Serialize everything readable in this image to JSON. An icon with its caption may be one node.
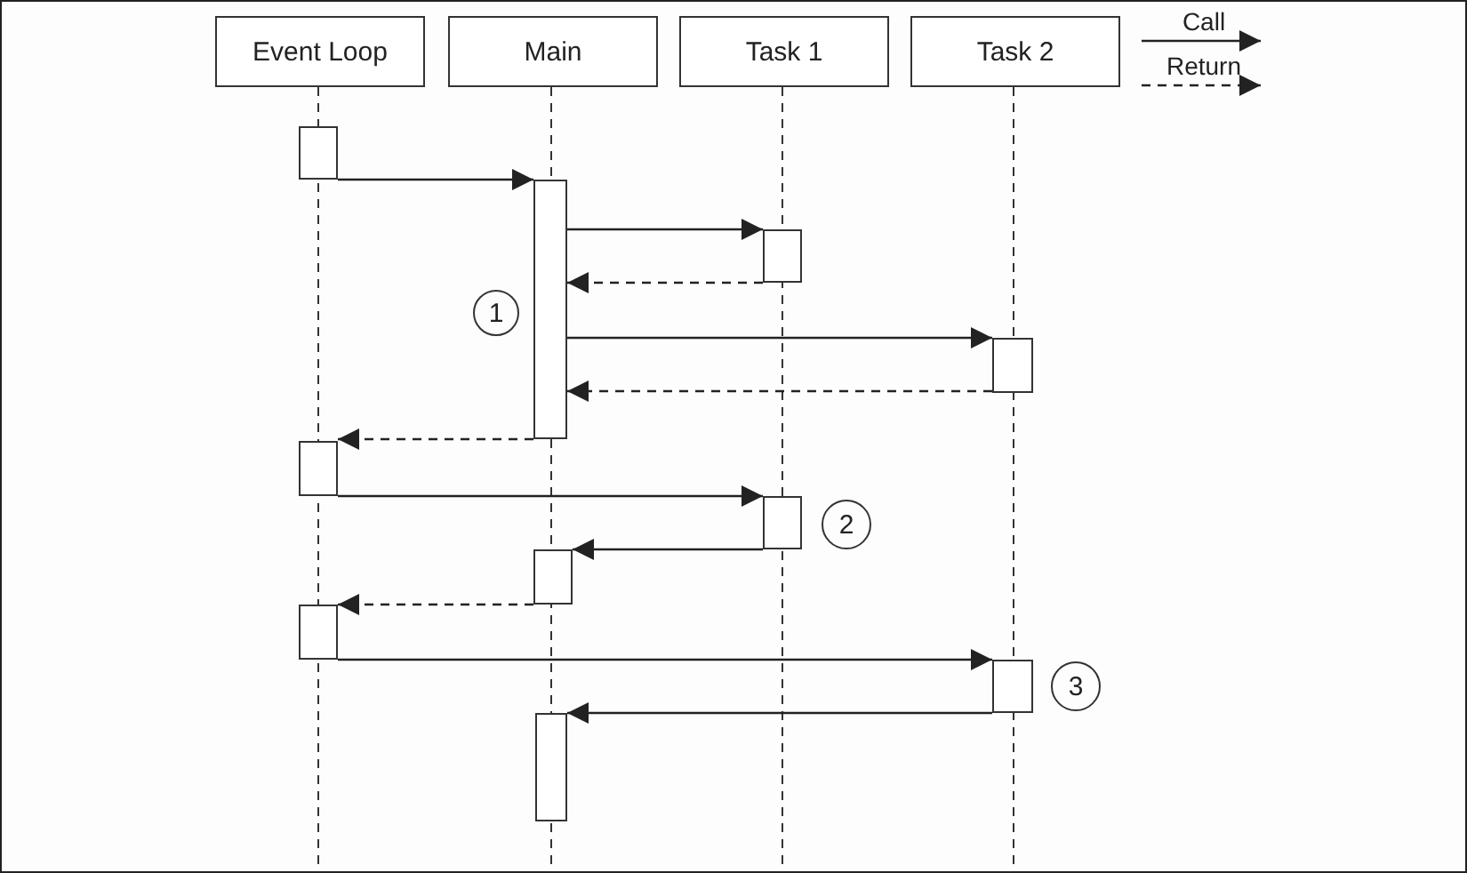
{
  "diagram": {
    "nodes": [
      {
        "text": [
          "Event Loop"
        ]
      },
      {
        "text": [
          "Main"
        ]
      },
      {
        "text": [
          "Task 1"
        ]
      },
      {
        "text": [
          "Task 2"
        ]
      },
      {
        "text": [],
        "shape": "bar"
      },
      {
        "text": [],
        "shape": "bar"
      },
      {
        "text": [],
        "shape": "bar"
      },
      {
        "text": [],
        "shape": "bar"
      },
      {
        "text": [],
        "shape": "bar"
      },
      {
        "text": [],
        "shape": "bar"
      },
      {
        "text": [],
        "shape": "bar"
      },
      {
        "text": [],
        "shape": "bar"
      },
      {
        "text": [],
        "shape": "bar"
      },
      {
        "text": [],
        "shape": "bar"
      },
      {
        "text": [
          "1"
        ]
      },
      {
        "text": [
          "2"
        ]
      },
      {
        "text": [
          "3"
        ]
      }
    ],
    "edges": [
      {
        "from": 4,
        "to": 5,
        "arrow": "to"
      },
      {
        "from": 5,
        "to": 6,
        "arrow": "to"
      },
      {
        "from": 6,
        "to": 5,
        "arrow": "to",
        "style": "dashed"
      },
      {
        "from": 5,
        "to": 7,
        "arrow": "to"
      },
      {
        "from": 7,
        "to": 5,
        "arrow": "to",
        "style": "dashed"
      },
      {
        "from": 5,
        "to": 8,
        "arrow": "to",
        "style": "dashed"
      },
      {
        "from": 8,
        "to": 9,
        "arrow": "to"
      },
      {
        "from": 9,
        "to": 10,
        "arrow": "to"
      },
      {
        "from": 10,
        "to": 11,
        "arrow": "to",
        "style": "dashed"
      },
      {
        "from": 11,
        "to": 12,
        "arrow": "to"
      },
      {
        "from": 12,
        "to": 13,
        "arrow": "to"
      }
    ],
    "legend": [
      {
        "text": "Call"
      },
      {
        "text": "Return"
      }
    ]
  }
}
